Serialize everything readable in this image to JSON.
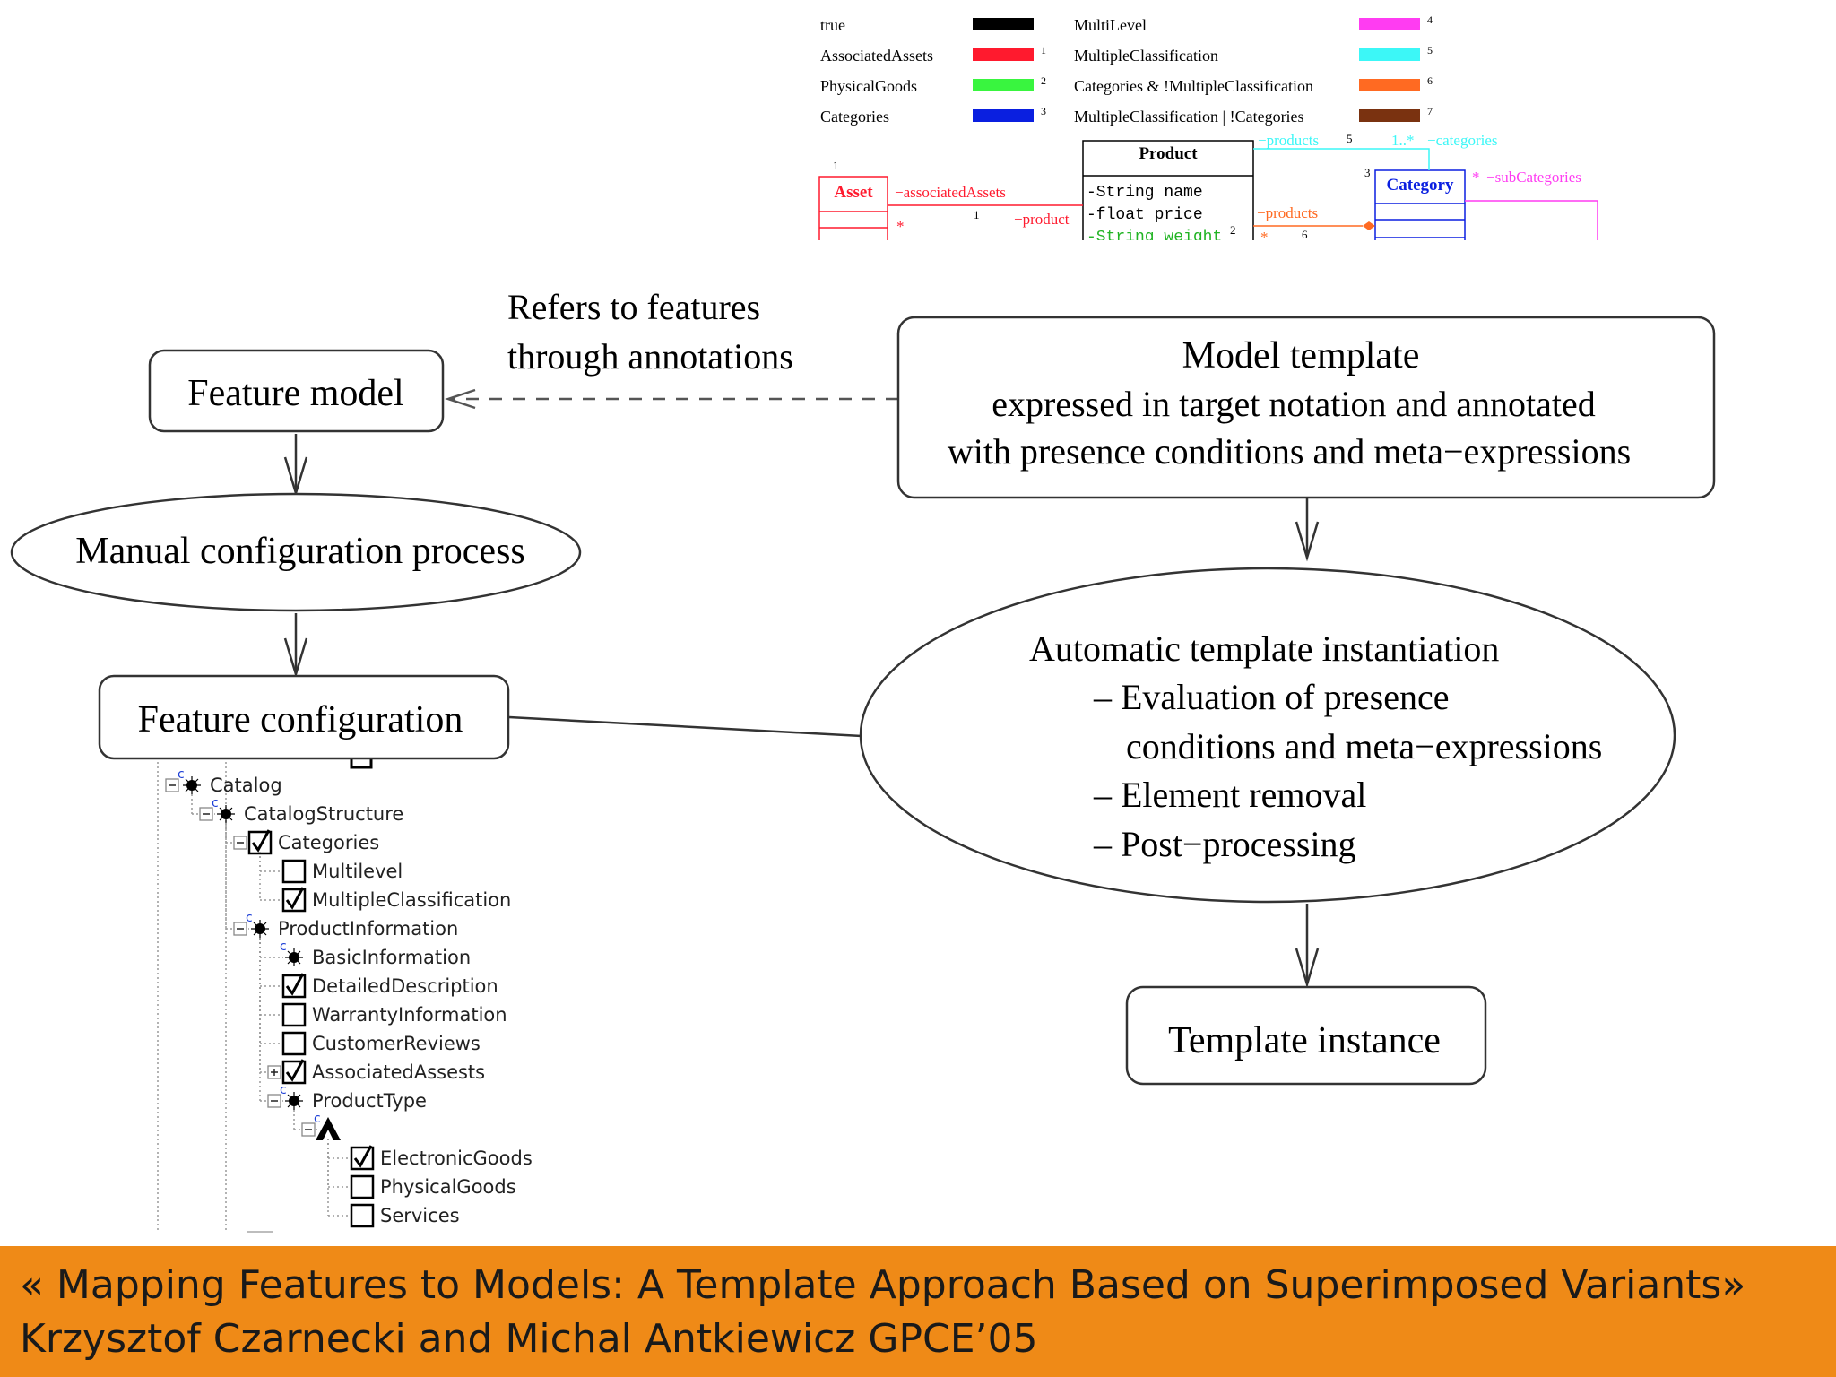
{
  "legend": {
    "items": [
      {
        "label": "true",
        "color": "#000000",
        "num": ""
      },
      {
        "label": "AssociatedAssets",
        "color": "#ff1a2e",
        "num": "1"
      },
      {
        "label": "PhysicalGoods",
        "color": "#39f53f",
        "num": "2"
      },
      {
        "label": "Categories",
        "color": "#0a1fe0",
        "num": "3"
      },
      {
        "label": "MultiLevel",
        "color": "#ff3cf2",
        "num": "4"
      },
      {
        "label": "MultipleClassification",
        "color": "#3cf7f7",
        "num": "5"
      },
      {
        "label": "Categories & !MultipleClassification",
        "color": "#ff6a22",
        "num": "6"
      },
      {
        "label": "MultipleClassification | !Categories",
        "color": "#7a3210",
        "num": "7"
      }
    ]
  },
  "uml": {
    "product_title": "Product",
    "product_attrs": [
      "-String name",
      "-float price",
      "-String weight"
    ],
    "asset_title": "Asset",
    "category_title": "Category",
    "labels": {
      "products_top": "−products",
      "num5": "5",
      "mult_top": "1..*",
      "categories": "−categories",
      "num3": "3",
      "subcats_star": "*",
      "subcategories": "−subCategories",
      "num1_asset": "1",
      "assoc_assets": "−associatedAssets",
      "star_left": "*",
      "num1_mid": "1",
      "product_lbl": "−product",
      "num2": "2",
      "products_mid": "−products",
      "star_mid": "*",
      "num6": "6"
    }
  },
  "flow": {
    "feature_model": "Feature model",
    "refers_line1": "Refers to features",
    "refers_line2": "through annotations",
    "model_template_line1": "Model template",
    "model_template_line2": "expressed in target notation and annotated",
    "model_template_line3": "with presence conditions and meta−expressions",
    "manual_config": "Manual configuration process",
    "feature_config": "Feature configuration",
    "auto_line1": "Automatic template instantiation",
    "auto_line2": "– Evaluation of presence",
    "auto_line3": "conditions and meta−expressions",
    "auto_line4": "– Element removal",
    "auto_line5": "– Post−processing",
    "template_instance": "Template instance"
  },
  "tree": {
    "items": [
      {
        "label": "Catalog",
        "kind": "solid",
        "toggle": "minus",
        "level": 0
      },
      {
        "label": "CatalogStructure",
        "kind": "solid",
        "toggle": "minus",
        "level": 1
      },
      {
        "label": "Categories",
        "kind": "checked",
        "toggle": "minus",
        "level": 2
      },
      {
        "label": "Multilevel",
        "kind": "unchecked",
        "toggle": "",
        "level": 3
      },
      {
        "label": "MultipleClassification",
        "kind": "checked",
        "toggle": "",
        "level": 3
      },
      {
        "label": "ProductInformation",
        "kind": "solid",
        "toggle": "minus",
        "level": 2
      },
      {
        "label": "BasicInformation",
        "kind": "solid",
        "toggle": "",
        "level": 3
      },
      {
        "label": "DetailedDescription",
        "kind": "checked",
        "toggle": "",
        "level": 3
      },
      {
        "label": "WarrantyInformation",
        "kind": "unchecked",
        "toggle": "",
        "level": 3
      },
      {
        "label": "CustomerReviews",
        "kind": "unchecked",
        "toggle": "",
        "level": 3
      },
      {
        "label": "AssociatedAssests",
        "kind": "checked",
        "toggle": "plus",
        "level": 3
      },
      {
        "label": "ProductType",
        "kind": "solid",
        "toggle": "minus",
        "level": 3
      },
      {
        "label": "",
        "kind": "group",
        "toggle": "minus",
        "level": 4
      },
      {
        "label": "ElectronicGoods",
        "kind": "checked",
        "toggle": "",
        "level": 5
      },
      {
        "label": "PhysicalGoods",
        "kind": "unchecked",
        "toggle": "",
        "level": 5
      },
      {
        "label": "Services",
        "kind": "unchecked",
        "toggle": "",
        "level": 5
      }
    ],
    "c_marker": "c"
  },
  "footer": {
    "line1": "« Mapping Features to Models: A Template Approach Based on Superimposed Variants»",
    "line2": "Krzysztof Czarnecki and Michal Antkiewicz GPCE’05"
  }
}
